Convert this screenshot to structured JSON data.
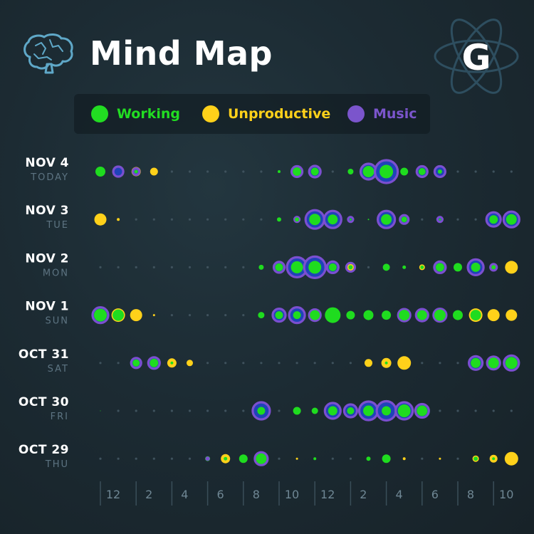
{
  "header": {
    "title": "Mind Map",
    "logo_letter": "G",
    "icons": {
      "left": "brain-icon",
      "right": "atom-logo-icon"
    }
  },
  "legend": [
    {
      "key": "working",
      "label": "Working",
      "color": "#22dd22"
    },
    {
      "key": "unproductive",
      "label": "Unproductive",
      "color": "#ffd11a"
    },
    {
      "key": "music",
      "label": "Music",
      "color": "#7b55cc"
    }
  ],
  "chart_data": {
    "type": "scatter",
    "x_unit": "hour slot (0 = 12 AM, 24 = 12 AM next day)",
    "x_ticks": [
      {
        "x": 0,
        "label": "12"
      },
      {
        "x": 2,
        "label": "2"
      },
      {
        "x": 4,
        "label": "4"
      },
      {
        "x": 6,
        "label": "6"
      },
      {
        "x": 8,
        "label": "8"
      },
      {
        "x": 10,
        "label": "10"
      },
      {
        "x": 12,
        "label": "12"
      },
      {
        "x": 14,
        "label": "2"
      },
      {
        "x": 16,
        "label": "4"
      },
      {
        "x": 18,
        "label": "6"
      },
      {
        "x": 20,
        "label": "8"
      },
      {
        "x": 22,
        "label": "10"
      }
    ],
    "days": [
      {
        "name": "NOV 4",
        "sub": "TODAY",
        "bubbles": [
          {
            "x": 0,
            "w": 0.7
          },
          {
            "x": 1,
            "w": 0.85,
            "m": 0.7
          },
          {
            "x": 2,
            "u": 0.65,
            "w": 0.25,
            "m": 0.45
          },
          {
            "x": 3,
            "u": 0.55
          },
          {
            "x": 10,
            "w": 0.2
          },
          {
            "x": 11,
            "w": 0.6,
            "m": 0.75
          },
          {
            "x": 12,
            "w": 0.55,
            "m": 0.8
          },
          {
            "x": 14,
            "w": 0.4
          },
          {
            "x": 15,
            "w": 0.8,
            "m": 1.1
          },
          {
            "x": 16,
            "w": 0.95,
            "m": 1.6
          },
          {
            "x": 17,
            "w": 0.55
          },
          {
            "x": 18,
            "w": 0.5,
            "m": 0.75
          },
          {
            "x": 19,
            "w": 0.3,
            "m": 0.75
          }
        ]
      },
      {
        "name": "NOV 3",
        "sub": "TUE",
        "bubbles": [
          {
            "x": 0,
            "u": 0.85
          },
          {
            "x": 1,
            "u": 0.2
          },
          {
            "x": 10,
            "w": 0.3
          },
          {
            "x": 11,
            "w": 0.3,
            "m": 0.35
          },
          {
            "x": 12,
            "w": 0.8,
            "m": 1.3
          },
          {
            "x": 13,
            "w": 0.7,
            "m": 1.2
          },
          {
            "x": 14,
            "w": 0.15,
            "m": 0.35
          },
          {
            "x": 15,
            "w": 0.1
          },
          {
            "x": 16,
            "w": 0.75,
            "m": 1.2
          },
          {
            "x": 17,
            "w": 0.4,
            "m": 0.6
          },
          {
            "x": 19,
            "w": 0.15,
            "m": 0.35
          },
          {
            "x": 22,
            "w": 0.6,
            "m": 1.0
          },
          {
            "x": 23,
            "w": 0.75,
            "m": 1.1
          }
        ]
      },
      {
        "name": "NOV 2",
        "sub": "MON",
        "bubbles": [
          {
            "x": 9,
            "w": 0.35
          },
          {
            "x": 10,
            "w": 0.55,
            "m": 0.75
          },
          {
            "x": 11,
            "w": 0.85,
            "m": 1.4
          },
          {
            "x": 12,
            "w": 0.9,
            "m": 1.5
          },
          {
            "x": 13,
            "w": 0.55,
            "m": 0.8
          },
          {
            "x": 14,
            "u": 0.45,
            "w": 0.3,
            "m": 0.6
          },
          {
            "x": 16,
            "w": 0.5
          },
          {
            "x": 17,
            "w": 0.25
          },
          {
            "x": 18,
            "u": 0.4,
            "w": 0.25
          },
          {
            "x": 19,
            "w": 0.6,
            "m": 0.8
          },
          {
            "x": 20,
            "w": 0.6
          },
          {
            "x": 21,
            "w": 0.65,
            "m": 1.1
          },
          {
            "x": 22,
            "u": 0.5,
            "w": 0.3,
            "m": 0.45
          },
          {
            "x": 23,
            "u": 0.9
          }
        ]
      },
      {
        "name": "NOV 1",
        "sub": "SUN",
        "bubbles": [
          {
            "x": 0,
            "w": 0.9,
            "m": 1.1
          },
          {
            "x": 1,
            "u": 0.95,
            "w": 0.8
          },
          {
            "x": 2,
            "u": 0.85
          },
          {
            "x": 3,
            "u": 0.15
          },
          {
            "x": 9,
            "w": 0.45
          },
          {
            "x": 10,
            "w": 0.55,
            "m": 0.9
          },
          {
            "x": 11,
            "w": 0.55,
            "m": 1.1
          },
          {
            "x": 12,
            "w": 0.7,
            "m": 0.8
          },
          {
            "x": 13,
            "w": 1.1
          },
          {
            "x": 14,
            "w": 0.6
          },
          {
            "x": 15,
            "w": 0.7
          },
          {
            "x": 16,
            "w": 0.65
          },
          {
            "x": 17,
            "w": 0.75,
            "m": 0.85
          },
          {
            "x": 18,
            "w": 0.7,
            "m": 0.85
          },
          {
            "x": 19,
            "w": 0.8,
            "m": 0.9
          },
          {
            "x": 20,
            "w": 0.7
          },
          {
            "x": 21,
            "u": 0.95,
            "w": 0.75
          },
          {
            "x": 22,
            "u": 0.85
          },
          {
            "x": 23,
            "u": 0.8
          }
        ]
      },
      {
        "name": "OCT 31",
        "sub": "SAT",
        "bubbles": [
          {
            "x": 2,
            "w": 0.5,
            "m": 0.7
          },
          {
            "x": 3,
            "w": 0.6,
            "m": 0.8
          },
          {
            "x": 4,
            "u": 0.65,
            "w": 0.2
          },
          {
            "x": 5,
            "u": 0.45
          },
          {
            "x": 15,
            "u": 0.55
          },
          {
            "x": 16,
            "u": 0.7,
            "w": 0.2
          },
          {
            "x": 17,
            "u": 0.95
          },
          {
            "x": 21,
            "w": 0.7,
            "m": 0.95
          },
          {
            "x": 22,
            "w": 0.75,
            "m": 0.9
          },
          {
            "x": 23,
            "w": 0.85,
            "m": 1.05
          }
        ]
      },
      {
        "name": "OCT 30",
        "sub": "FRI",
        "bubbles": [
          {
            "x": 0,
            "w": 0.05
          },
          {
            "x": 9,
            "w": 0.55,
            "m": 1.2
          },
          {
            "x": 11,
            "w": 0.55
          },
          {
            "x": 12,
            "w": 0.45
          },
          {
            "x": 13,
            "w": 0.65,
            "m": 1.1
          },
          {
            "x": 14,
            "w": 0.5,
            "m": 0.9
          },
          {
            "x": 15,
            "w": 0.75,
            "m": 1.3
          },
          {
            "x": 16,
            "w": 0.65,
            "m": 1.35
          },
          {
            "x": 17,
            "w": 0.9,
            "m": 1.2
          },
          {
            "x": 18,
            "w": 0.75,
            "m": 0.95
          }
        ]
      },
      {
        "name": "OCT 29",
        "sub": "THU",
        "bubbles": [
          {
            "x": 6,
            "w": 0.35,
            "m": 0.15
          },
          {
            "x": 7,
            "u": 0.65,
            "w": 0.25
          },
          {
            "x": 8,
            "w": 0.6
          },
          {
            "x": 9,
            "w": 0.75,
            "m": 0.9
          },
          {
            "x": 11,
            "u": 0.15
          },
          {
            "x": 12,
            "w": 0.2
          },
          {
            "x": 15,
            "w": 0.3
          },
          {
            "x": 16,
            "w": 0.6
          },
          {
            "x": 17,
            "u": 0.2
          },
          {
            "x": 19,
            "u": 0.15
          },
          {
            "x": 21,
            "u": 0.45,
            "w": 0.3
          },
          {
            "x": 22,
            "u": 0.55,
            "w": 0.2
          },
          {
            "x": 23,
            "u": 0.95
          }
        ]
      }
    ]
  }
}
